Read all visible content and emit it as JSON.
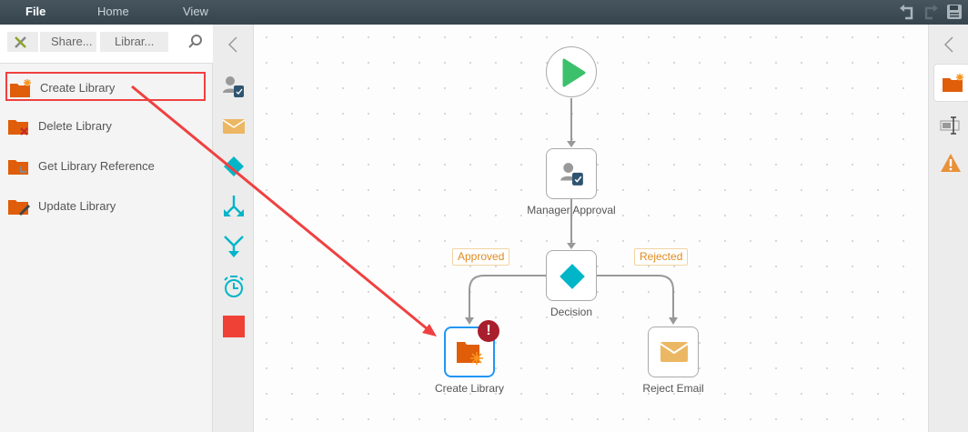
{
  "menu": {
    "file": "File",
    "home": "Home",
    "view": "View"
  },
  "breadcrumb": {
    "item1": "Share...",
    "item2": "Librar..."
  },
  "actions": [
    {
      "label": "Create Library"
    },
    {
      "label": "Delete Library"
    },
    {
      "label": "Get Library Reference"
    },
    {
      "label": "Update Library"
    }
  ],
  "nodes": {
    "manager": "Manager Approval",
    "decision": "Decision",
    "create": "Create Library",
    "reject": "Reject Email"
  },
  "branches": {
    "approved": "Approved",
    "rejected": "Rejected"
  },
  "colors": {
    "orange": "#e05d0a",
    "teal": "#00b5c8",
    "red": "#ef4136",
    "highlight": "#f04040",
    "selected": "#2196f3",
    "error": "#a91e2c"
  }
}
